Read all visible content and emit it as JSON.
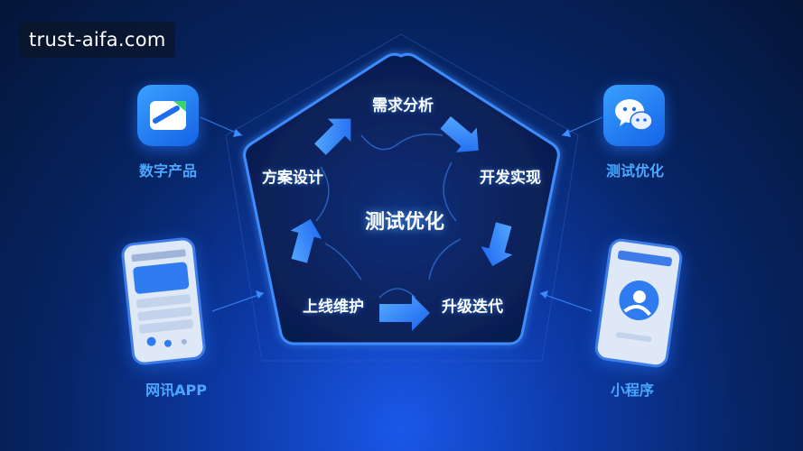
{
  "watermark": "trust-aifa.com",
  "center_label": "测试优化",
  "stages": {
    "top": "需求分析",
    "right": "开发实现",
    "bottom_right": "升级迭代",
    "bottom_left": "上线维护",
    "left": "方案设计"
  },
  "sides": {
    "top_left": "数字产品",
    "top_right": "测试优化",
    "bottom_left": "网讯APP",
    "bottom_right": "小程序"
  },
  "icons": {
    "top_left": "document-icon",
    "top_right": "wechat-icon",
    "bottom_left": "phone-app-icon",
    "bottom_right": "mini-program-icon"
  },
  "colors": {
    "accent": "#4aa7ff",
    "arrow": "#2a7bff"
  }
}
